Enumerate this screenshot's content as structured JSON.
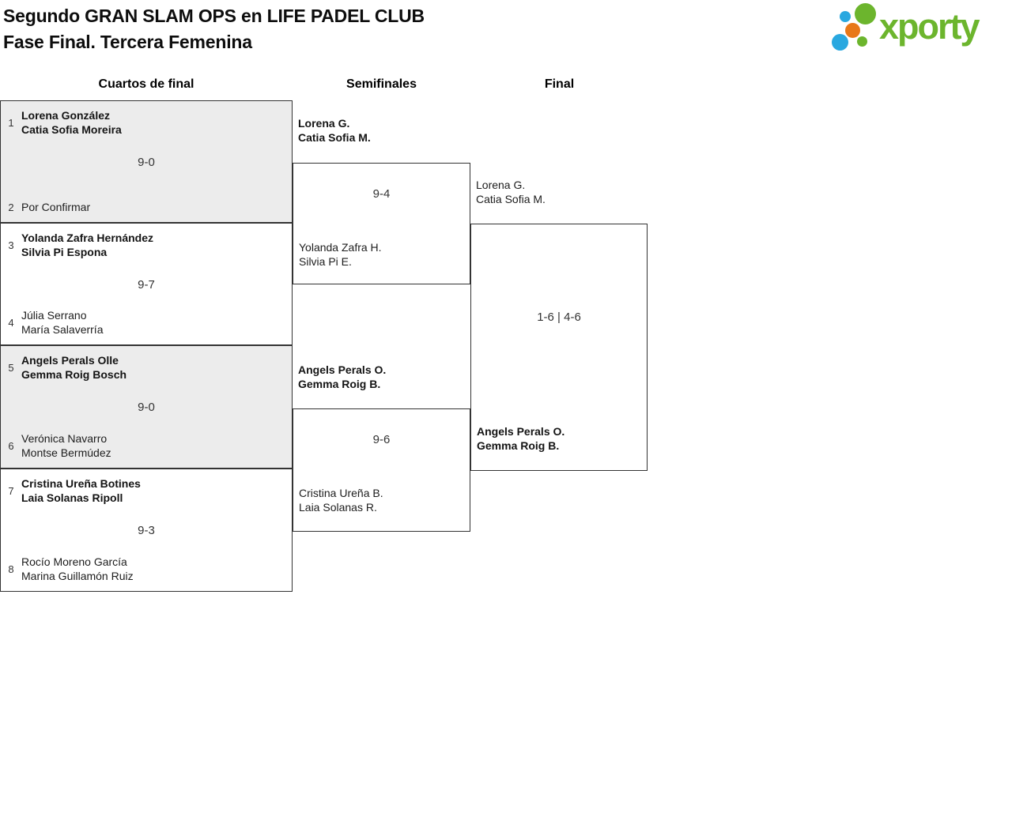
{
  "page": {
    "title_line1": "Segundo GRAN SLAM OPS en LIFE PADEL CLUB",
    "title_line2": "Fase Final. Tercera Femenina"
  },
  "logo": {
    "wordmark": "xporty",
    "colors": {
      "green": "#6cb52d",
      "blue": "#29a8e0",
      "orange": "#e87818"
    }
  },
  "round_headers": {
    "quarterfinals": "Cuartos de final",
    "semifinals": "Semifinales",
    "final": "Final"
  },
  "colors": {
    "box_border": "#333333",
    "box_shade": "#ececec",
    "text": "#1d1d1d"
  },
  "quarterfinals": [
    {
      "seed_top": "1",
      "top_line1": "Lorena González",
      "top_line2": "Catia Sofia Moreira",
      "score": "9-0",
      "seed_bottom": "2",
      "bottom_line1": "Por Confirmar",
      "bottom_line2": ""
    },
    {
      "seed_top": "3",
      "top_line1": "Yolanda Zafra Hernández",
      "top_line2": "Silvia Pi Espona",
      "score": "9-7",
      "seed_bottom": "4",
      "bottom_line1": "Júlia Serrano",
      "bottom_line2": "María Salaverría"
    },
    {
      "seed_top": "5",
      "top_line1": "Angels Perals Olle",
      "top_line2": "Gemma Roig Bosch",
      "score": "9-0",
      "seed_bottom": "6",
      "bottom_line1": "Verónica Navarro",
      "bottom_line2": "Montse Bermúdez"
    },
    {
      "seed_top": "7",
      "top_line1": "Cristina Ureña Botines",
      "top_line2": "Laia Solanas Ripoll",
      "score": "9-3",
      "seed_bottom": "8",
      "bottom_line1": "Rocío Moreno García",
      "bottom_line2": "Marina Guillamón Ruiz"
    }
  ],
  "semifinals": [
    {
      "winner_line1": "Lorena G.",
      "winner_line2": "Catia Sofia M.",
      "score": "9-4",
      "loser_line1": "Yolanda Zafra H.",
      "loser_line2": "Silvia Pi E."
    },
    {
      "winner_line1": "Angels Perals O.",
      "winner_line2": "Gemma Roig B.",
      "score": "9-6",
      "loser_line1": "Cristina Ureña B.",
      "loser_line2": "Laia Solanas R."
    }
  ],
  "final": {
    "finalist_line1": "Lorena G.",
    "finalist_line2": "Catia Sofia M.",
    "score": "1-6 | 4-6",
    "champion_line1": "Angels Perals O.",
    "champion_line2": "Gemma Roig B."
  }
}
